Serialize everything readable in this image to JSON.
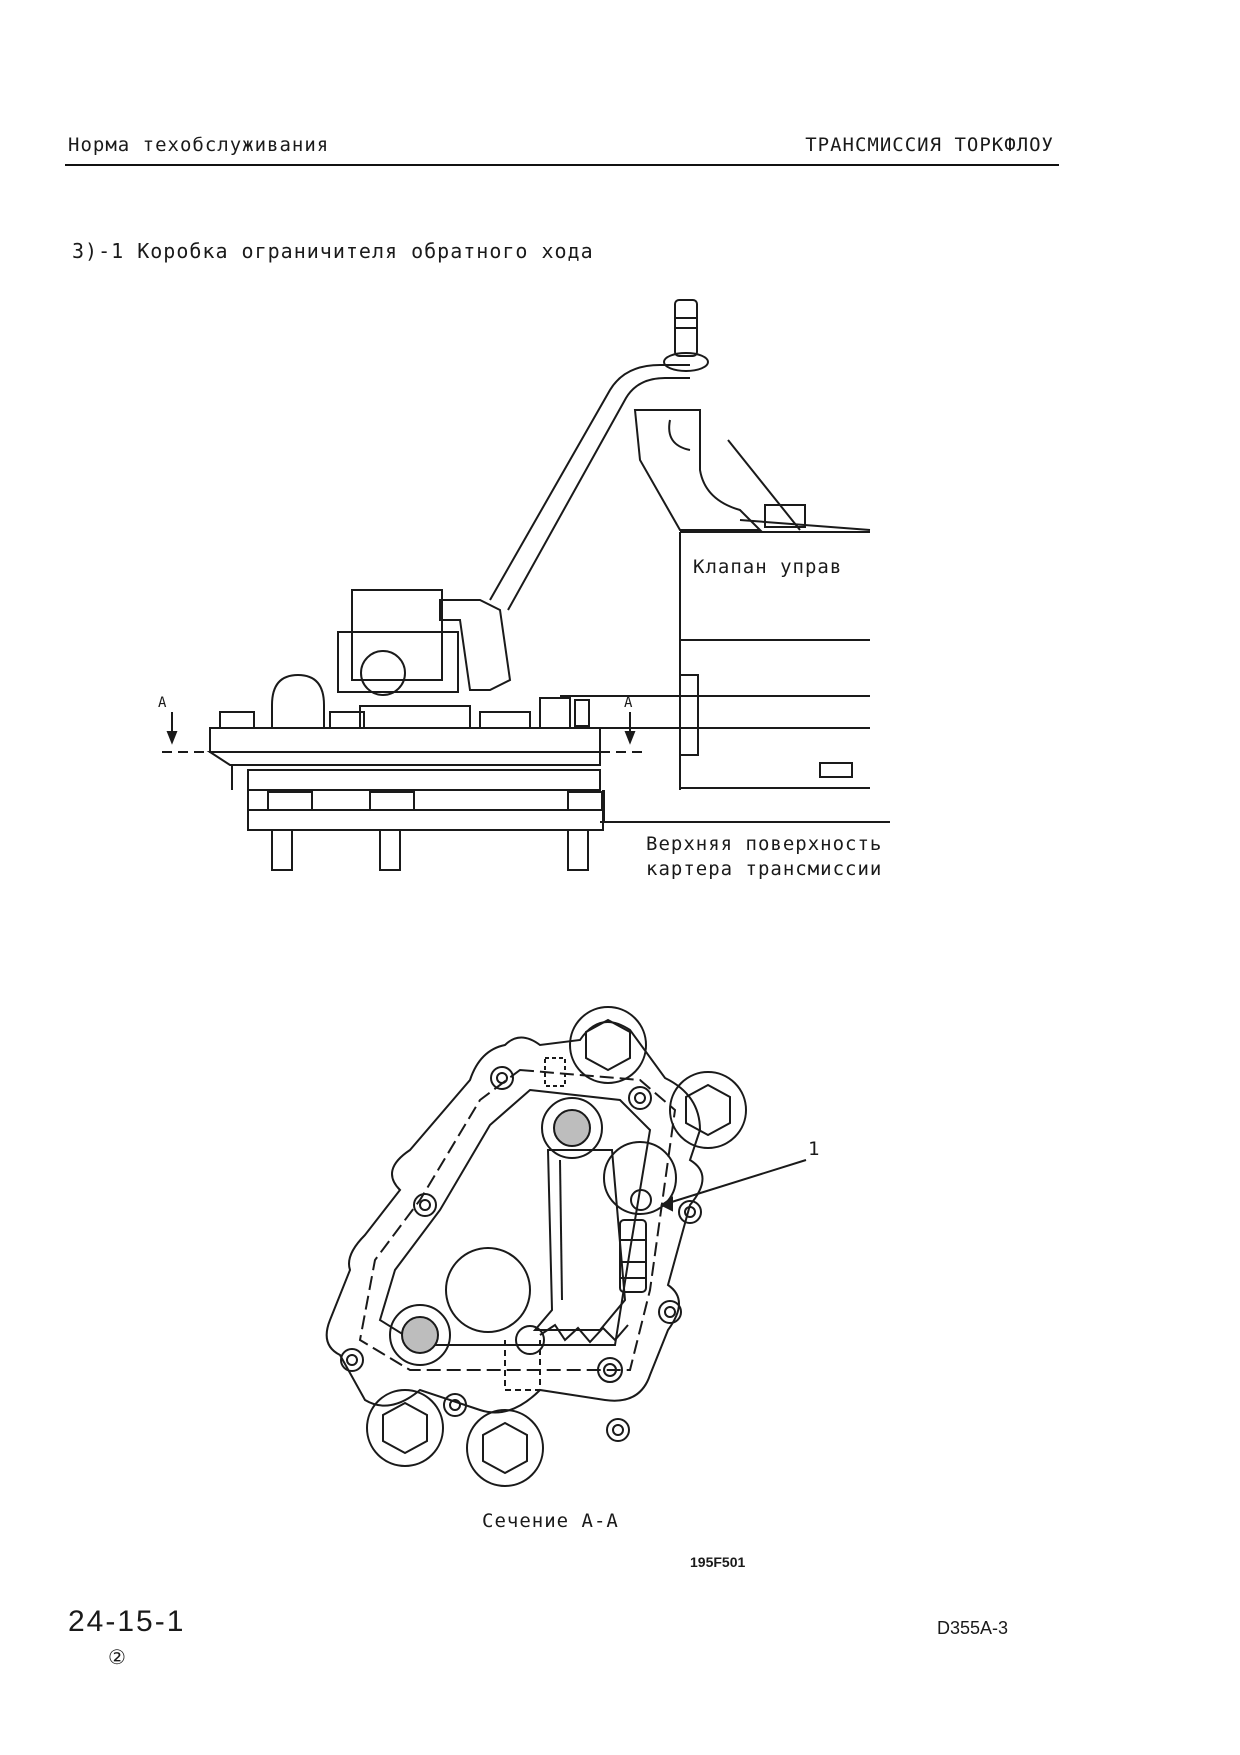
{
  "header": {
    "left": "Норма техобслуживания",
    "right": "ТРАНСМИССИЯ ТОРКФЛОУ"
  },
  "section_title": "3)-1 Коробка ограничителя обратного хода",
  "figure_top": {
    "label_valve": "Клапан управ",
    "label_surface_line1": "Верхняя поверхность",
    "label_surface_line2": "картера трансмиссии",
    "section_marker_left": "A",
    "section_marker_right": "A"
  },
  "figure_bottom": {
    "callout": "1",
    "caption": "Сечение А-А"
  },
  "figure_code": "195F501",
  "footer": {
    "page_number": "24-15-1",
    "revision": "②",
    "model": "D355A-3"
  }
}
